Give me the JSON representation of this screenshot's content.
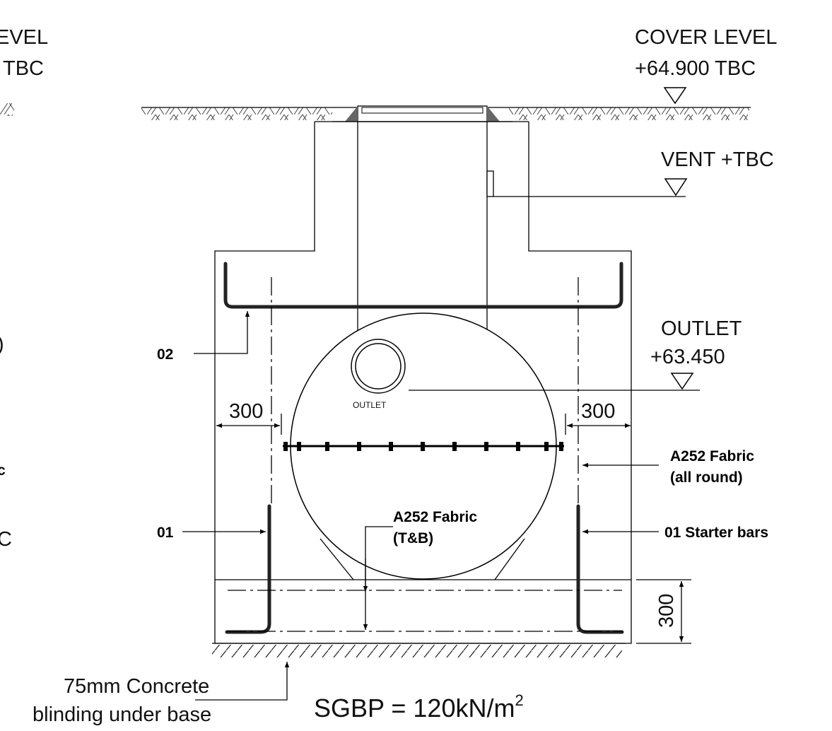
{
  "left_fragment": {
    "line1": "EVEL",
    "line2": "TBC",
    "c1": ")",
    "c2": "c",
    "c3": "C"
  },
  "levels": {
    "cover_label": "COVER LEVEL",
    "cover_value": "+64.900 TBC",
    "vent": "VENT +TBC",
    "outlet_label": "OUTLET",
    "outlet_value": "+63.450"
  },
  "tank": {
    "outlet_text": "OUTLET"
  },
  "dimensions": {
    "left_cover": "300",
    "right_cover": "300",
    "base_depth": "300"
  },
  "callouts": {
    "bar_02": "02",
    "bar_01_left": "01",
    "bar_01_right": "01 Starter bars",
    "fabric_all_round_l1": "A252 Fabric",
    "fabric_all_round_l2": "(all round)",
    "fabric_tb_l1": "A252 Fabric",
    "fabric_tb_l2": "(T&B)"
  },
  "notes": {
    "blinding_l1": "75mm Concrete",
    "blinding_l2": "blinding under base",
    "sgbp_main": "SGBP = 120kN/m",
    "sgbp_sup": "2"
  }
}
